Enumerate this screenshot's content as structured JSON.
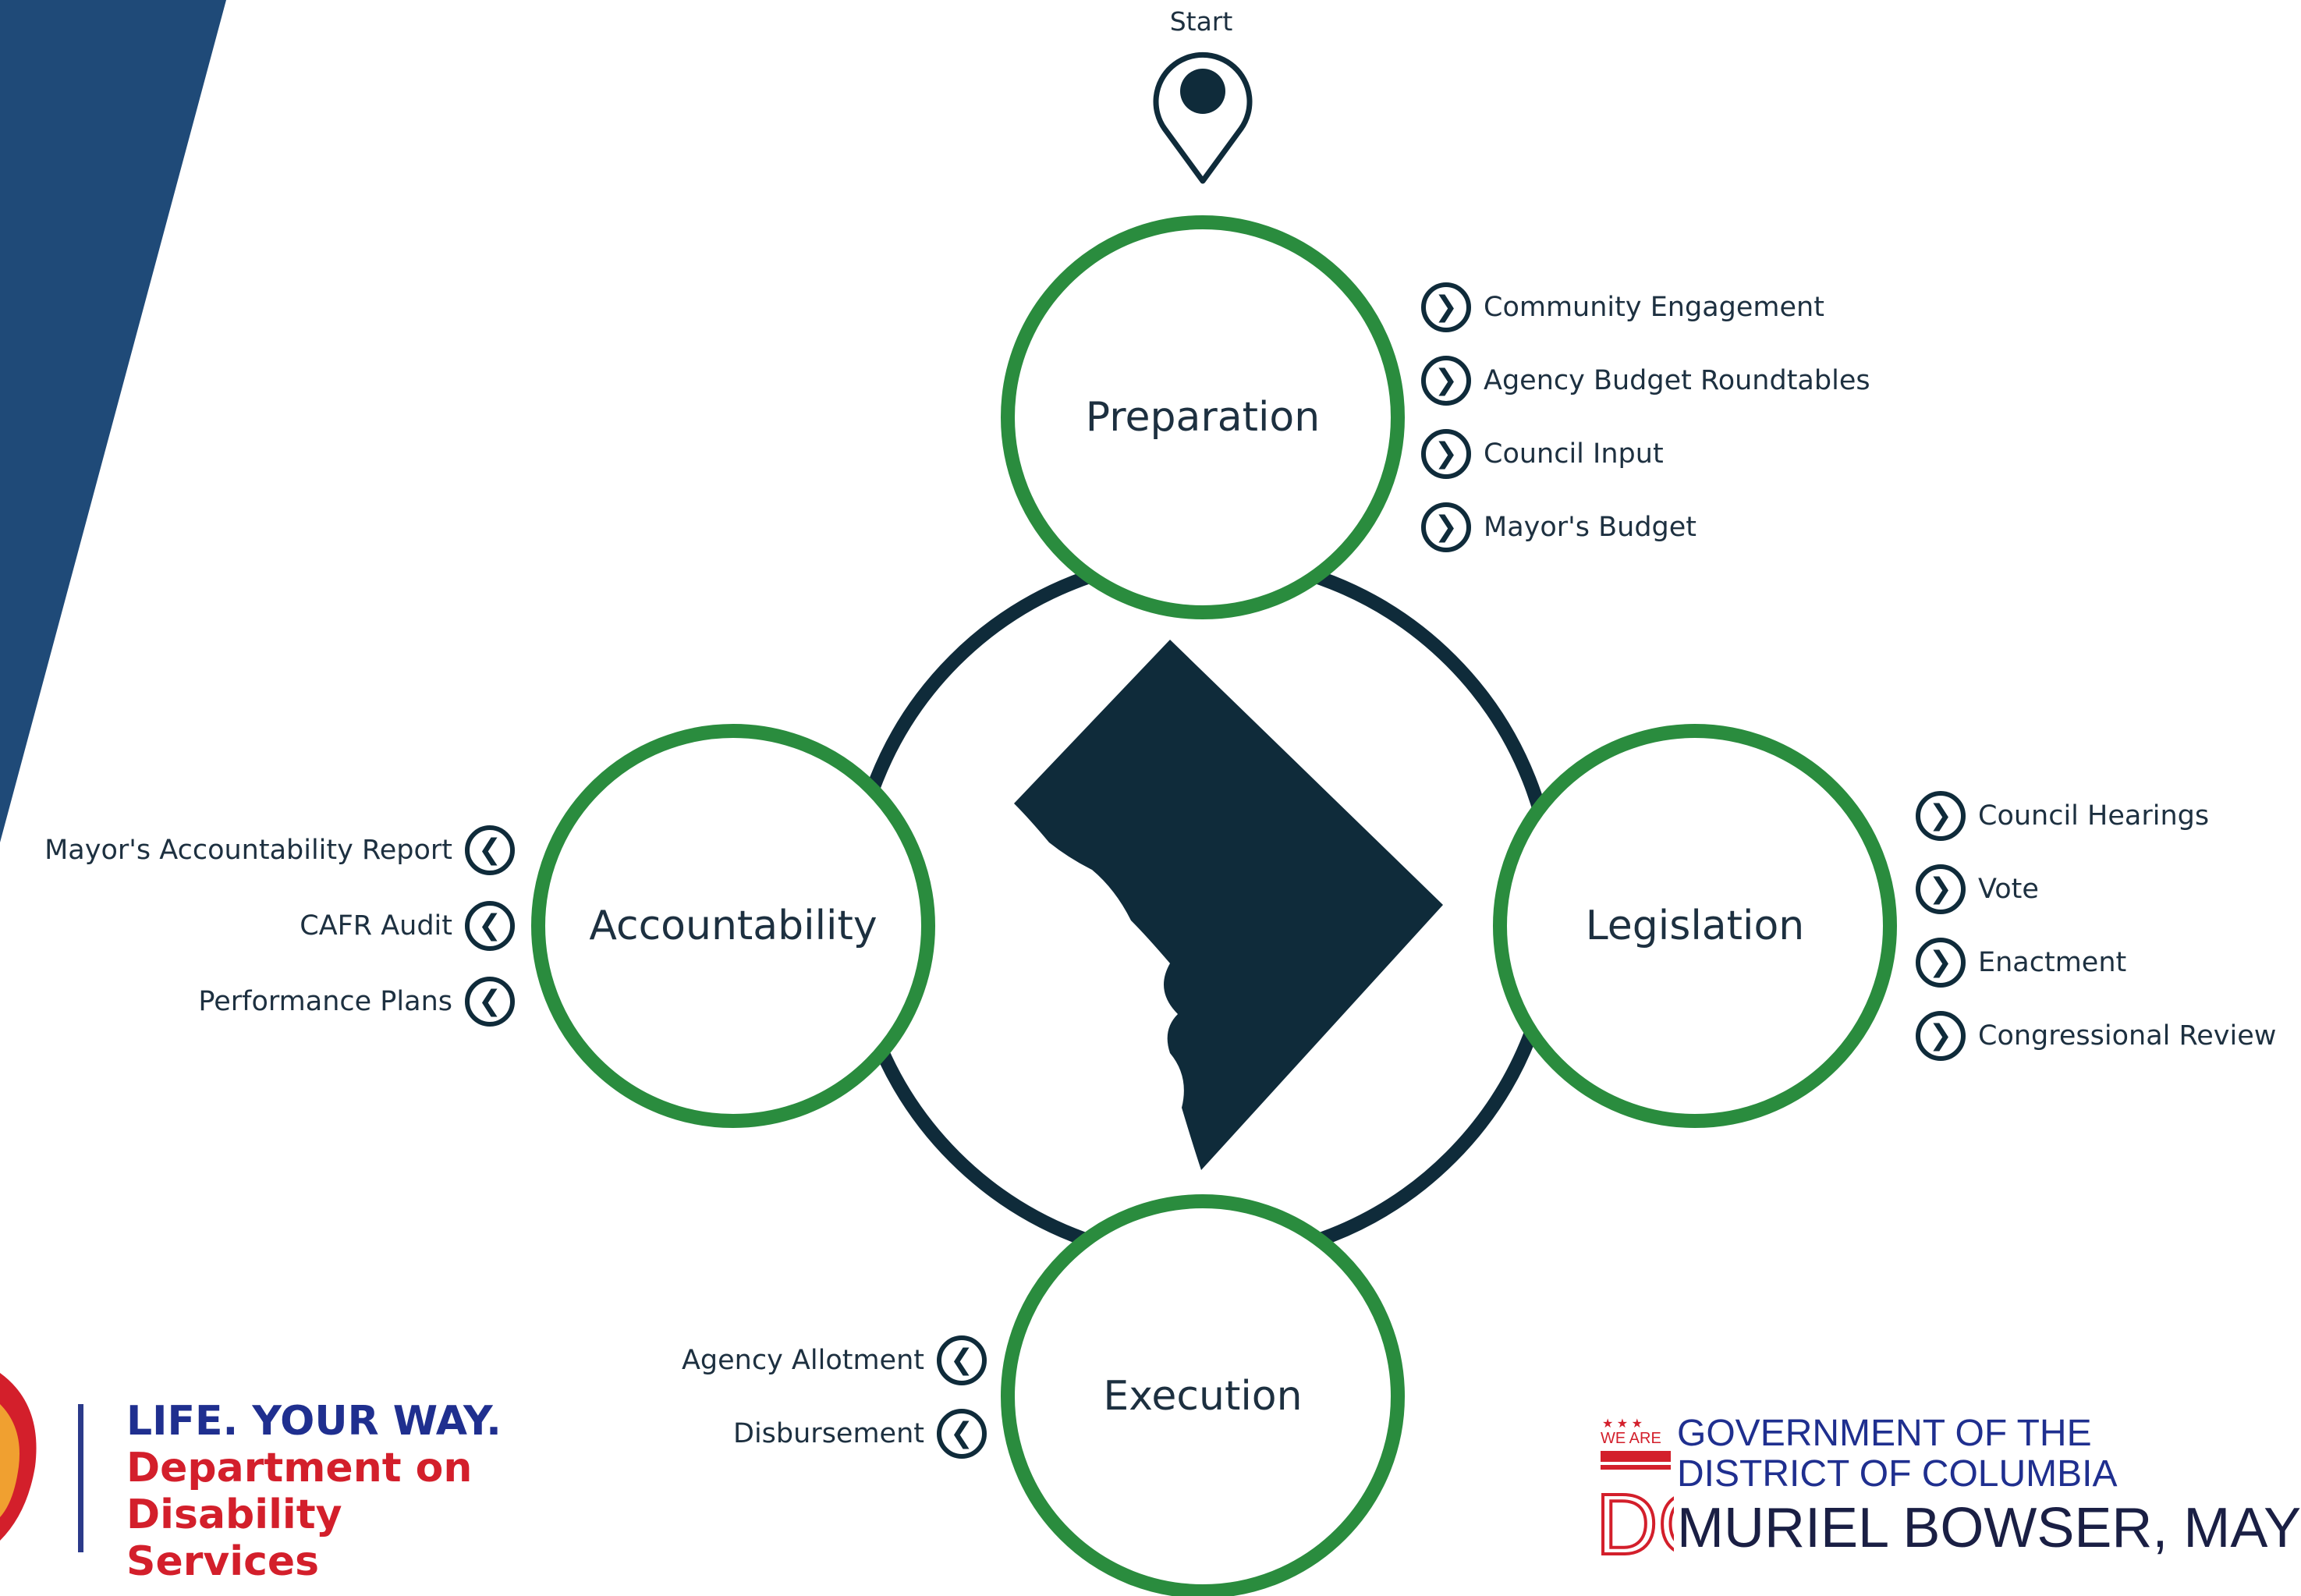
{
  "start": {
    "label": "Start"
  },
  "stages": {
    "preparation": {
      "label": "Preparation",
      "items": [
        "Community Engagement",
        "Agency Budget Roundtables",
        "Council Input",
        "Mayor's Budget"
      ]
    },
    "legislation": {
      "label": "Legislation",
      "items": [
        "Council Hearings",
        "Vote",
        "Enactment",
        "Congressional Review"
      ]
    },
    "accountability": {
      "label": "Accountability",
      "items": [
        "Mayor's Accountability Report",
        "CAFR Audit",
        "Performance Plans"
      ]
    },
    "execution": {
      "label": "Execution",
      "items": [
        "Agency Allotment",
        "Disbursement"
      ]
    }
  },
  "branding": {
    "dds_tagline": "LIFE. YOUR WAY.",
    "dds_name_line1": "Department on",
    "dds_name_line2": "Disability Services",
    "dc_line1": "GOVERNMENT OF THE",
    "dc_line2": "DISTRICT OF COLUMBIA",
    "dc_line3": "MURIEL BOWSER, MAYOR",
    "dc_logo_text": "WE ARE WASHINGTON DC"
  },
  "colors": {
    "stage_ring": "#2a8c3e",
    "cycle_ring": "#0f2b3a",
    "map_fill": "#0f2b3a",
    "banner": "#1f4a78",
    "dds_blue": "#1f2f8f",
    "dds_red": "#d31f2b"
  },
  "icons": {
    "start": "location-pin-icon",
    "right_item": "chevron-right-circle-icon",
    "left_item": "chevron-left-circle-icon",
    "center": "dc-map-icon"
  }
}
